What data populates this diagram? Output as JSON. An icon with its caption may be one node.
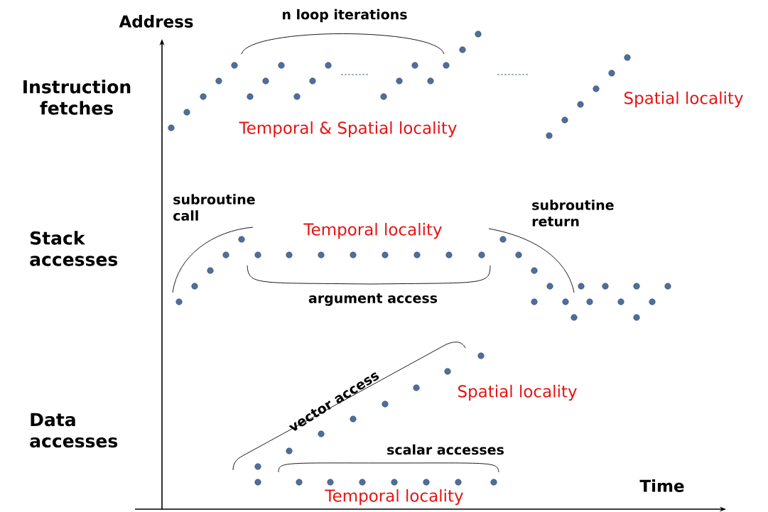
{
  "diagram": {
    "labels": [
      "Address",
      "n loop iterations",
      "Instruction fetches",
      "Temporal & Spatial locality",
      "Spatial locality",
      "subroutine call",
      "Stack accesses",
      "Temporal locality",
      "subroutine return",
      "argument access",
      "Data accesses",
      "vector access",
      "Spatial locality",
      "scalar accesses",
      "Temporal locality",
      "Time"
    ]
  }
}
